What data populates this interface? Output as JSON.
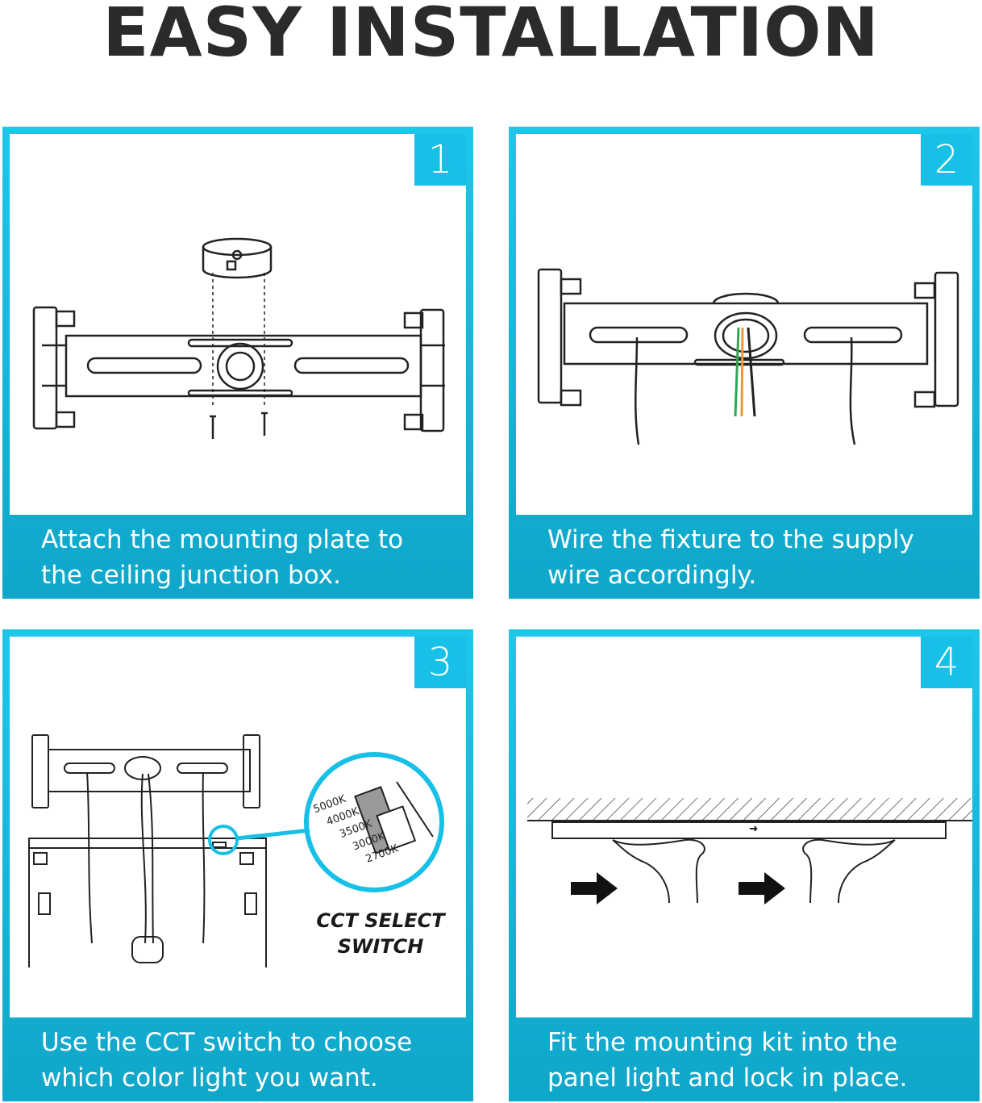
{
  "title": "EASY INSTALLATION",
  "colors": {
    "accent": "#17c0e6",
    "accent_dark": "#0fa6c9",
    "title": "#2a2b2d"
  },
  "steps": [
    {
      "number": "1",
      "caption_line1": "Attach the mounting plate to",
      "caption_line2": "the ceiling junction box."
    },
    {
      "number": "2",
      "caption_line1": "Wire the fixture to the supply",
      "caption_line2": "wire accordingly."
    },
    {
      "number": "3",
      "caption_line1": "Use the CCT switch to choose",
      "caption_line2": "which color light you want."
    },
    {
      "number": "4",
      "caption_line1": "Fit the mounting kit into the",
      "caption_line2": "panel light and lock in place."
    }
  ],
  "cct": {
    "label_line1": "CCT SELECT",
    "label_line2": "SWITCH",
    "temps": [
      "5000K",
      "4000K",
      "3500K",
      "3000K",
      "2700K"
    ]
  }
}
